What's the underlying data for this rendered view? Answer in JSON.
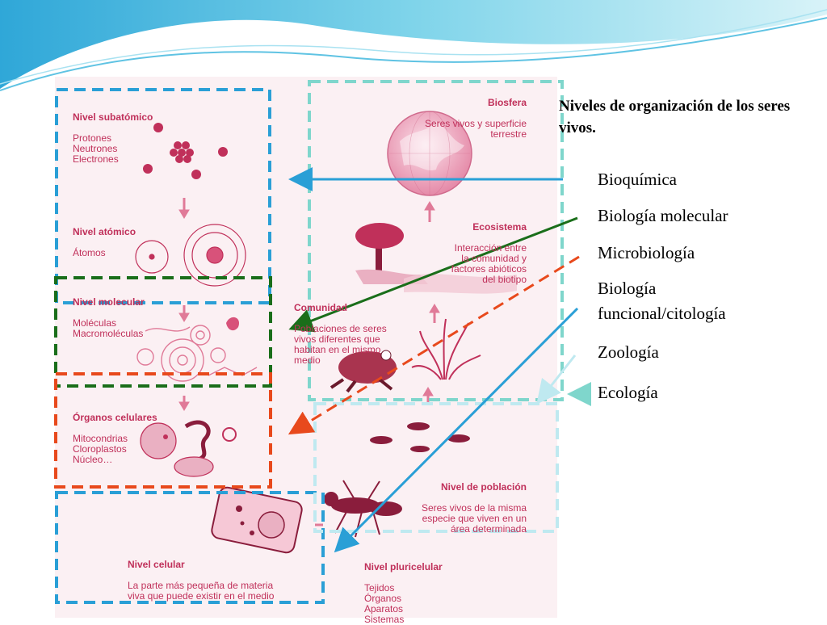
{
  "slide_title": "Niveles de organización de los seres vivos.",
  "disciplines": [
    {
      "label": "Bioquímica",
      "color": "#2a9fd6"
    },
    {
      "label": "Biología molecular",
      "color": "#1a6e1a"
    },
    {
      "label": "Microbiología",
      "color": "#e8491c"
    },
    {
      "label": "Biología funcional/citología",
      "color": "#2a9fd6"
    },
    {
      "label": "Zoología",
      "color": "#bfe9f0"
    },
    {
      "label": "Ecología",
      "color": "#7fd6cc"
    }
  ],
  "levels": {
    "subatomico": {
      "title": "Nivel subatómico",
      "items": "Protones\nNeutrones\nElectrones"
    },
    "atomico": {
      "title": "Nivel atómico",
      "items": "Átomos"
    },
    "molecular": {
      "title": "Nivel molecular",
      "items": "Moléculas\nMacromoléculas"
    },
    "organos_celulares": {
      "title": "Órganos celulares",
      "items": "Mitocondrias\nCloroplastos\nNúcleo…"
    },
    "celular": {
      "title": "Nivel celular",
      "items": "La parte más pequeña de materia\nviva que puede existir en el medio"
    },
    "pluricelular": {
      "title": "Nivel pluricelular",
      "items": "Tejidos\nÓrganos\nAparatos\nSistemas"
    },
    "poblacion": {
      "title": "Nivel de población",
      "items": "Seres vivos de la misma\nespecie que viven en un\nárea determinada"
    },
    "comunidad": {
      "title": "Comunidad",
      "items": "Poblaciones de seres\nvivos diferentes que\nhabitan en el mismo\nmedio"
    },
    "ecosistema": {
      "title": "Ecosistema",
      "items": "Interacción entre\nla comunidad y\nfactores abióticos\ndel biotipo"
    },
    "biosfera": {
      "title": "Biosfera",
      "items": "Seres vivos y superficie\nterrestre"
    }
  },
  "colors": {
    "illustration": "#c0305a",
    "panel_bg": "#fbf0f3",
    "header_wave": "#38b8de"
  }
}
